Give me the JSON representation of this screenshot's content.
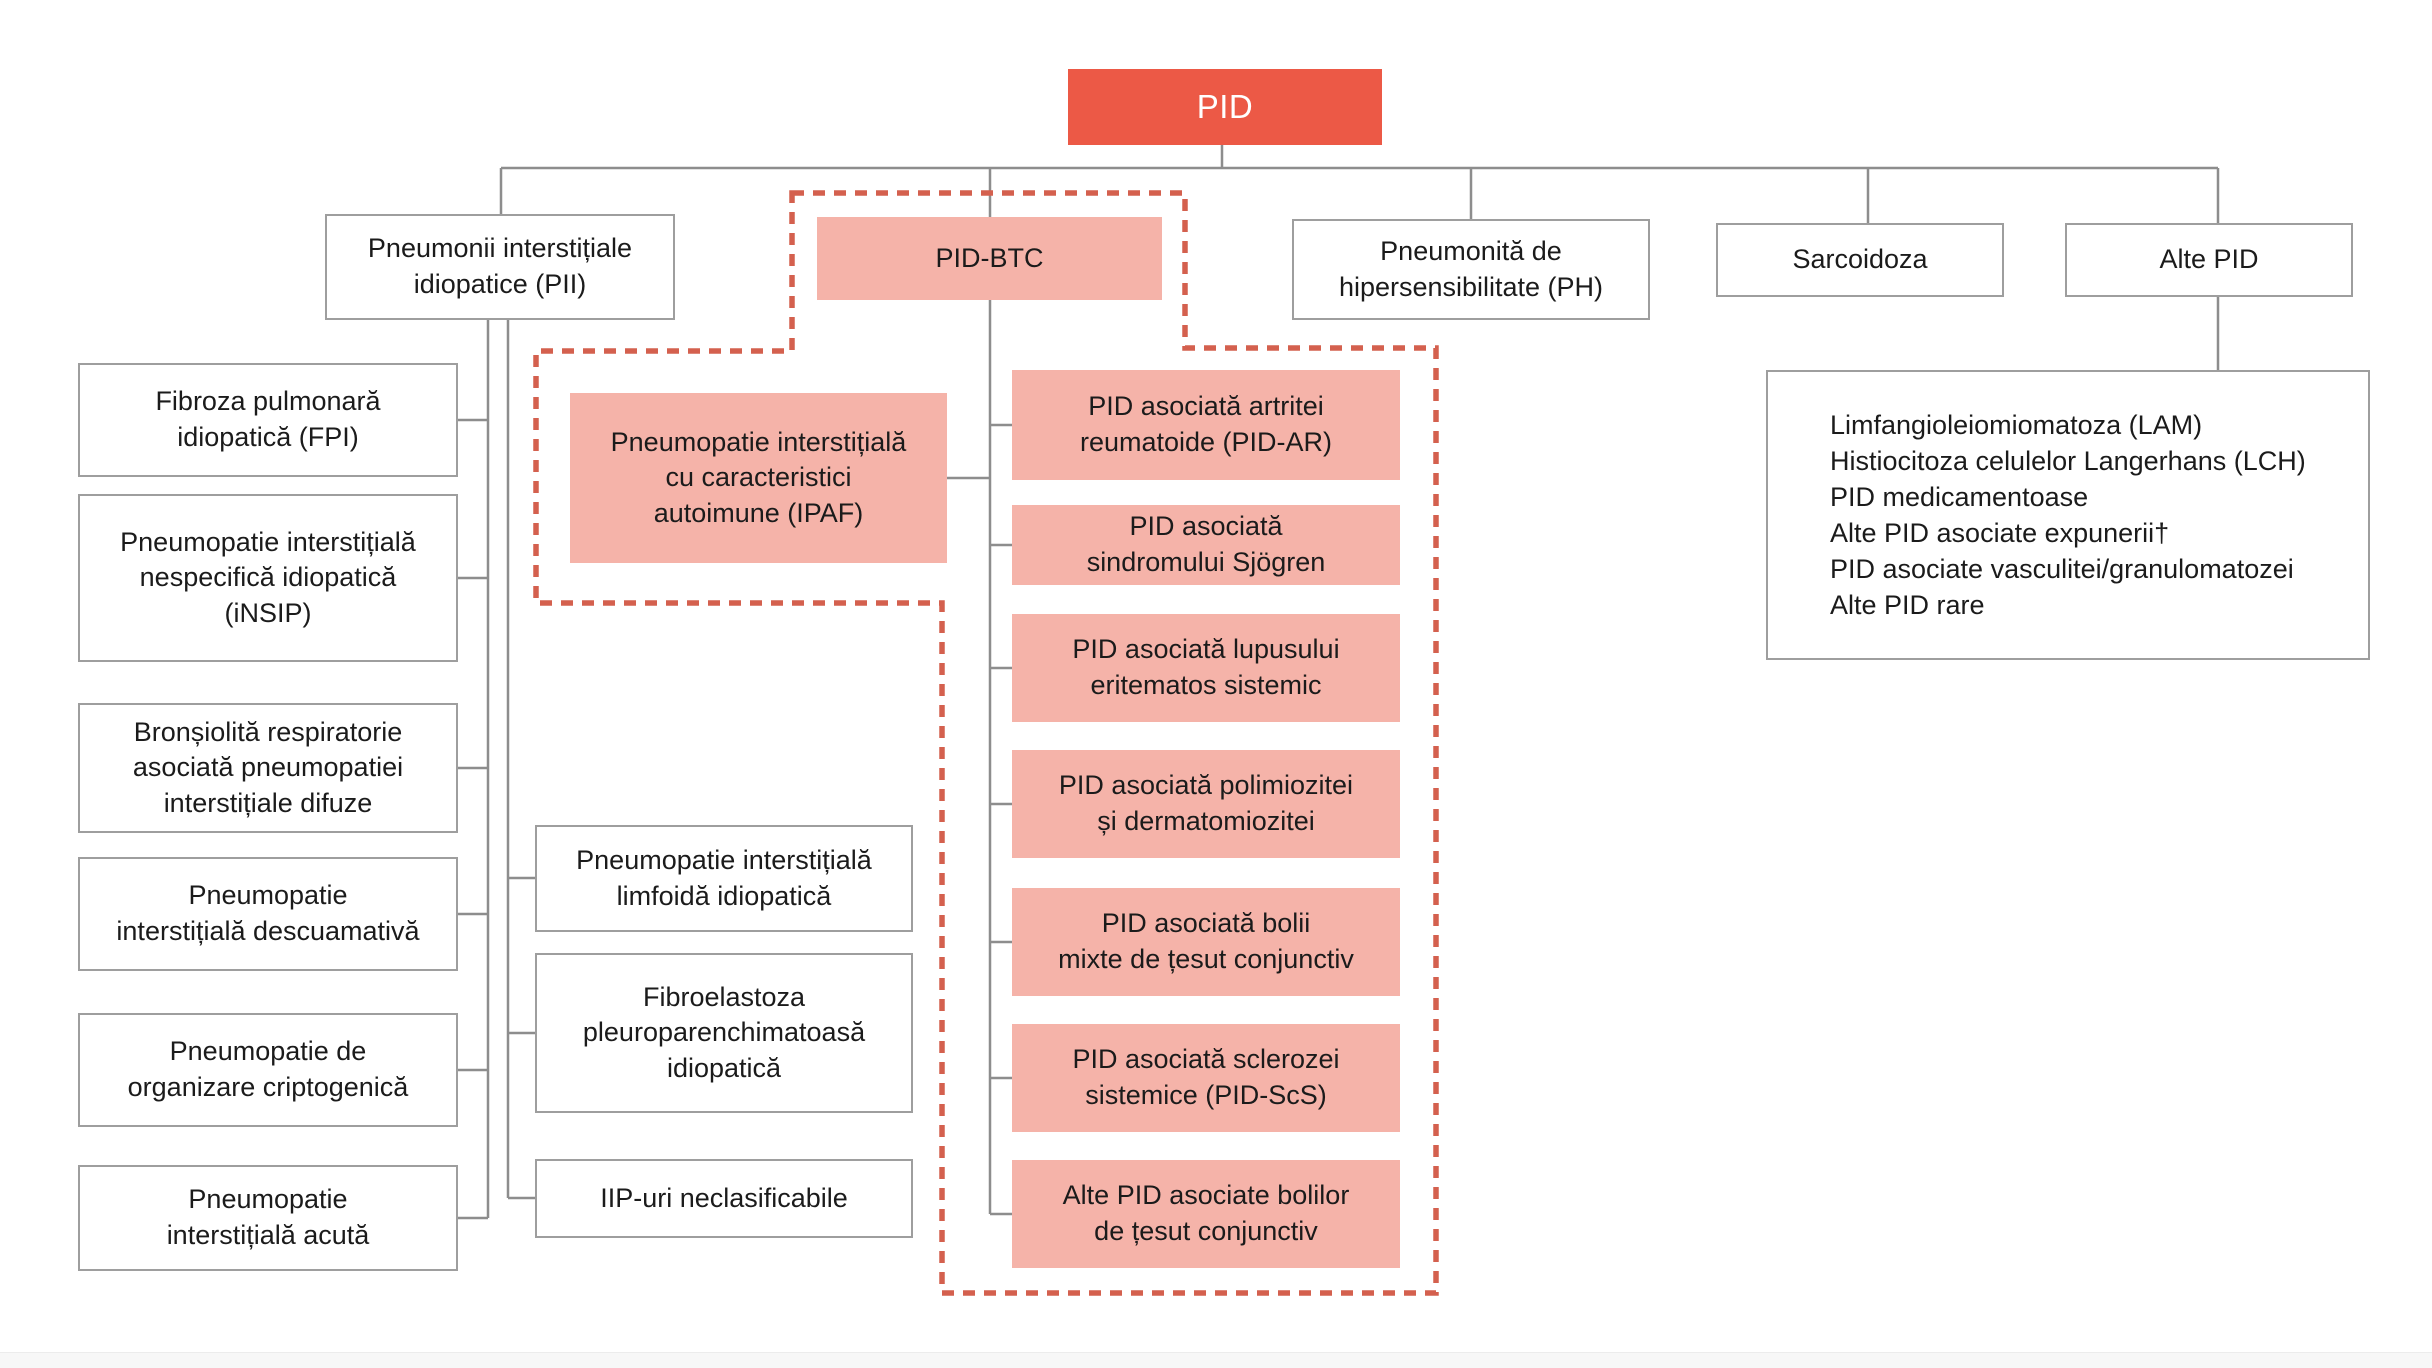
{
  "palette": {
    "root_fill": "#EC5946",
    "pink_fill": "#F5B3A9",
    "dashed_outline": "#D4604E",
    "box_border": "#9E9E9E",
    "connector_gray": "#8D8D8D",
    "text_color": "#1B1B1B"
  },
  "root": {
    "label": "PID"
  },
  "level2": {
    "pii": {
      "label": "Pneumonii interstițiale\nidiopatice (PII)"
    },
    "btc": {
      "label": "PID-BTC"
    },
    "ph": {
      "label": "Pneumonită de\nhipersensibilitate (PH)"
    },
    "sarcoidoza": {
      "label": "Sarcoidoza"
    },
    "alte_pid": {
      "label": "Alte PID"
    }
  },
  "pii_left": {
    "fpi": {
      "label": "Fibroza pulmonară\nidiopatică (FPI)"
    },
    "insip": {
      "label": "Pneumopatie interstițială\nnespecifică idiopatică\n(iNSIP)"
    },
    "bronsiolita": {
      "label": "Bronșiolită respiratorie\nasociată pneumopatiei\ninterstițiale difuze"
    },
    "descuamativa": {
      "label": "Pneumopatie\ninterstițială descuamativă"
    },
    "criptogenica": {
      "label": "Pneumopatie de\norganizare criptogenică"
    },
    "acuta": {
      "label": "Pneumopatie\ninterstițială acută"
    }
  },
  "pii_right": {
    "limfoida": {
      "label": "Pneumopatie interstițială\nlimfoidă idiopatică"
    },
    "fibroelastoza": {
      "label": "Fibroelastoza\npleuroparenchimatoasă\nidiopatică"
    },
    "neclasificabile": {
      "label": "IIP-uri neclasificabile"
    }
  },
  "ipaf": {
    "label": "Pneumopatie interstițială\ncu caracteristici\nautoimune (IPAF)"
  },
  "btc_children": {
    "artrita": {
      "label": "PID asociată artritei\nreumatoide (PID-AR)"
    },
    "sjogren": {
      "label": "PID asociată\nsindromului Sjögren"
    },
    "lupus": {
      "label": "PID asociată lupusului\neritematos sistemic"
    },
    "polimiozita": {
      "label": "PID asociată polimiozitei\nși dermatomiozitei"
    },
    "mixta": {
      "label": "PID asociată bolii\nmixte de țesut conjunctiv"
    },
    "scleroza": {
      "label": "PID asociată sclerozei\nsistemice (PID-ScS)"
    },
    "alte": {
      "label": "Alte PID asociate bolilor\nde țesut conjunctiv"
    }
  },
  "alte_pid_panel": {
    "items": [
      "Limfangioleiomiomatoza (LAM)",
      "Histiocitoza celulelor Langerhans (LCH)",
      "PID medicamentoase",
      "Alte PID asociate expunerii†",
      "PID asociate vasculitei/granulomatozei",
      "Alte PID rare"
    ]
  }
}
